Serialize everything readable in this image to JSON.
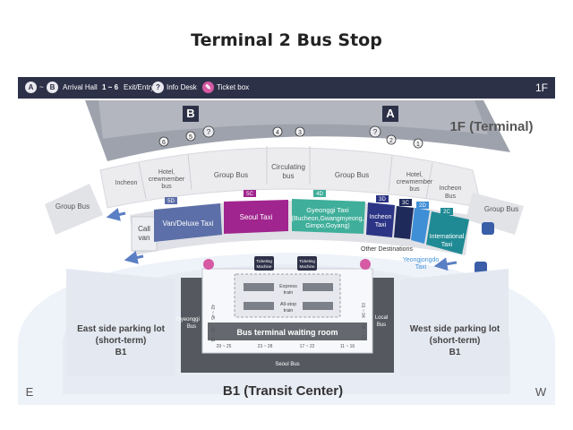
{
  "title": "Terminal 2 Bus Stop",
  "legend": {
    "hall_a": "A",
    "dash": "~",
    "hall_b": "B",
    "arrival_hall": "Arrival Hall",
    "exit_range": "1 ~ 6",
    "exit_entry": "Exit/Entry",
    "info_desk": "Info Desk",
    "ticket_box": "Ticket box",
    "floor": "1F"
  },
  "terminal": {
    "hall_b": "B",
    "hall_a": "A",
    "floor_label": "1F (Terminal)",
    "exits": [
      "6",
      "5",
      "4",
      "3",
      "2",
      "1"
    ]
  },
  "zones": {
    "incheon_left": "Incheon",
    "hotel_left": [
      "Hotel,",
      "crewmember",
      "bus"
    ],
    "group_bus_left": "Group Bus",
    "circulating_bus": [
      "Circulating",
      "bus"
    ],
    "group_bus_right": "Group Bus",
    "hotel_right": [
      "Hotel,",
      "crewmember",
      "bus"
    ],
    "incheon_bus_right": [
      "Incheon",
      "Bus"
    ],
    "group_bus_far_left": "Group Bus",
    "group_bus_far_right": "Group Bus"
  },
  "taxi": {
    "call_van": [
      "Call",
      "van"
    ],
    "van_deluxe": {
      "code": "5D",
      "label": "Van/Deluxe Taxi",
      "color": "#5c6fa8"
    },
    "seoul": {
      "code": "5C",
      "label": "Seoul Taxi",
      "color": "#a0258e"
    },
    "gyeonggi": {
      "code": "4D",
      "label": [
        "Gyeonggi Taxi",
        "(Bucheon,Gwangmyeong,",
        "Gimpo,Goyang)"
      ],
      "color": "#3fae9a"
    },
    "incheon": {
      "code": "3D",
      "label": [
        "Incheon",
        "Taxi"
      ],
      "color": "#2c3585"
    },
    "unlabeled": {
      "code": "3C",
      "color": "#1e2a5a"
    },
    "yeongjongdo": {
      "code": "2D",
      "label": [
        "Yeongjongdo",
        "Taxi"
      ],
      "color": "#3f8fd6"
    },
    "international": {
      "code": "2C",
      "label": [
        "International",
        "Taxi"
      ],
      "color": "#1f8a94"
    },
    "other_destinations": "Other Destinations"
  },
  "transit": {
    "ticketing_machine": [
      "Ticketing",
      "Machine"
    ],
    "express_train": [
      "Express",
      "train"
    ],
    "allstop_train": [
      "All-stop",
      "train"
    ],
    "waiting_room": "Bus terminal waiting room",
    "gyeonggi_bus": [
      "Gyeonggi",
      "Bus"
    ],
    "local_bus": [
      "Local",
      "Bus"
    ],
    "seoul_bus": "Seoul Bus",
    "left_bays_upper": "42 ~ 45",
    "left_bays_lower": "35 ~ 41",
    "right_bays_upper": "01 ~ 04",
    "right_bays_lower": "05 ~ 10",
    "bottom_bays": [
      "29 ~ 25",
      "23 ~ 28",
      "17 ~ 22",
      "11 ~ 16"
    ],
    "east_parking": [
      "East side parking lot",
      "(short-term)",
      "B1"
    ],
    "west_parking": [
      "West side parking lot",
      "(short-term)",
      "B1"
    ],
    "b1_label": "B1 (Transit Center)",
    "east": "E",
    "west": "W"
  },
  "colors": {
    "legend_bg": "#2d3148",
    "terminal_gray": "#9ea2ac",
    "transit_light": "#eef2f9",
    "road_dark": "#55585e",
    "ticket_pink": "#d65aa3",
    "arrow_blue": "#5b7fc4"
  }
}
